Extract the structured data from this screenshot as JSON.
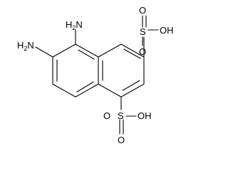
{
  "molecule": {
    "atoms": {
      "nh2_top": {
        "element": "H",
        "sub": "2",
        "suffix": "N"
      },
      "nh2_left": {
        "element": "H",
        "sub": "2",
        "suffix": "N"
      },
      "s_top": {
        "label": "S"
      },
      "o_top_up": {
        "label": "O"
      },
      "o_top_dn": {
        "label": "O"
      },
      "oh_top": {
        "label": "OH"
      },
      "s_bot": {
        "label": "S"
      },
      "o_bot_l": {
        "label": "O"
      },
      "o_bot_r": {
        "label": "O"
      },
      "oh_bot": {
        "label": "OH"
      }
    }
  },
  "colors": {
    "bond": "#000000",
    "text": "#000000",
    "background": "#ffffff"
  }
}
